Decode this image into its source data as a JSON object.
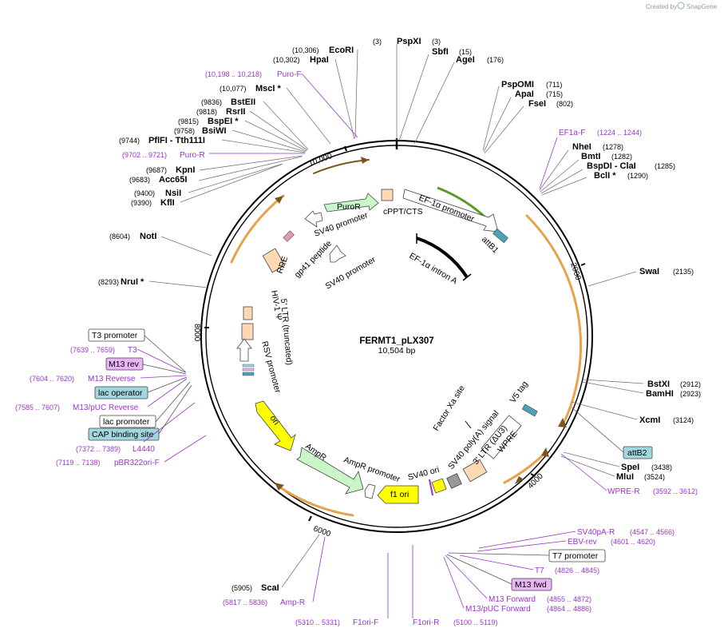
{
  "app": {
    "created_by": "Created by",
    "brand": "SnapGene"
  },
  "plasmid": {
    "name": "FERMT1_pLX307",
    "length": "10,504 bp"
  },
  "ticks": [
    "2000",
    "4000",
    "6000",
    "8000",
    "10,000"
  ],
  "sites": [
    {
      "id": "pspxi",
      "name": "PspXI",
      "pos": "(3)"
    },
    {
      "id": "sbfi",
      "name": "SbfI",
      "pos": "(15)"
    },
    {
      "id": "agei",
      "name": "AgeI",
      "pos": "(176)"
    },
    {
      "id": "pspomi",
      "name": "PspOMI",
      "pos": "(711)"
    },
    {
      "id": "apai",
      "name": "ApaI",
      "pos": "(715)"
    },
    {
      "id": "fsei",
      "name": "FseI",
      "pos": "(802)"
    },
    {
      "id": "nhei",
      "name": "NheI",
      "pos": "(1278)"
    },
    {
      "id": "bmti",
      "name": "BmtI",
      "pos": "(1282)"
    },
    {
      "id": "bspdi",
      "name": "BspDI - ClaI",
      "pos": "(1285)"
    },
    {
      "id": "bcli",
      "name": "BclI *",
      "pos": "(1290)"
    },
    {
      "id": "swai",
      "name": "SwaI",
      "pos": "(2135)"
    },
    {
      "id": "bstxi",
      "name": "BstXI",
      "pos": "(2912)"
    },
    {
      "id": "bamhi",
      "name": "BamHI",
      "pos": "(2923)"
    },
    {
      "id": "xcmi",
      "name": "XcmI",
      "pos": "(3124)"
    },
    {
      "id": "spei",
      "name": "SpeI",
      "pos": "(3438)"
    },
    {
      "id": "mlui",
      "name": "MluI",
      "pos": "(3524)"
    },
    {
      "id": "scai",
      "name": "ScaI",
      "pos": "(5905)"
    },
    {
      "id": "nrui",
      "name": "NruI *",
      "pos": "(8293)"
    },
    {
      "id": "noti",
      "name": "NotI",
      "pos": "(8604)"
    },
    {
      "id": "kfli",
      "name": "KflI",
      "pos": "(9390)"
    },
    {
      "id": "nsii",
      "name": "NsiI",
      "pos": "(9400)"
    },
    {
      "id": "acc65i",
      "name": "Acc65I",
      "pos": "(9683)"
    },
    {
      "id": "kpni",
      "name": "KpnI",
      "pos": "(9687)"
    },
    {
      "id": "pflfi",
      "name": "PflFI - Tth111I",
      "pos": "(9744)"
    },
    {
      "id": "bstwi",
      "name": "BsiWI",
      "pos": "(9758)"
    },
    {
      "id": "bspei",
      "name": "BspEI *",
      "pos": "(9815)"
    },
    {
      "id": "rsrii",
      "name": "RsrII",
      "pos": "(9818)"
    },
    {
      "id": "bsteii",
      "name": "BstEII",
      "pos": "(9836)"
    },
    {
      "id": "msci",
      "name": "MscI *",
      "pos": "(10,077)"
    },
    {
      "id": "hpai",
      "name": "HpaI",
      "pos": "(10,302)"
    },
    {
      "id": "ecori",
      "name": "EcoRI",
      "pos": "(10,306)"
    }
  ],
  "primers": [
    {
      "id": "puro-f",
      "name": "Puro-F",
      "pos": "(10,198 .. 10,218)"
    },
    {
      "id": "puro-r",
      "name": "Puro-R",
      "pos": "(9702 .. 9721)"
    },
    {
      "id": "ef1a-f",
      "name": "EF1a-F",
      "pos": "(1224 .. 1244)"
    },
    {
      "id": "t3",
      "name": "T3",
      "pos": "(7639 .. 7659)"
    },
    {
      "id": "m13-reverse",
      "name": "M13 Reverse",
      "pos": "(7604 .. 7620)"
    },
    {
      "id": "m13-puc-reverse",
      "name": "M13/pUC Reverse",
      "pos": "(7585 .. 7607)"
    },
    {
      "id": "l4440",
      "name": "L4440",
      "pos": "(7372 .. 7389)"
    },
    {
      "id": "pbr322ori-f",
      "name": "pBR322ori-F",
      "pos": "(7119 .. 7138)"
    },
    {
      "id": "wpre-r",
      "name": "WPRE-R",
      "pos": "(3592 .. 3612)"
    },
    {
      "id": "sv40pa-r",
      "name": "SV40pA-R",
      "pos": "(4547 .. 4566)"
    },
    {
      "id": "ebv-rev",
      "name": "EBV-rev",
      "pos": "(4601 .. 4620)"
    },
    {
      "id": "t7",
      "name": "T7",
      "pos": "(4826 .. 4845)"
    },
    {
      "id": "m13-forward",
      "name": "M13 Forward",
      "pos": "(4855 .. 4872)"
    },
    {
      "id": "m13-puc-forward",
      "name": "M13/pUC Forward",
      "pos": "(4864 .. 4886)"
    },
    {
      "id": "amp-r",
      "name": "Amp-R",
      "pos": "(5817 .. 5836)"
    },
    {
      "id": "f1ori-f",
      "name": "F1ori-F",
      "pos": "(5310 .. 5331)"
    },
    {
      "id": "f1ori-r",
      "name": "F1ori-R",
      "pos": "(5100 .. 5119)"
    }
  ],
  "boxed_labels": {
    "t3_promoter": "T3 promoter",
    "m13_rev": "M13 rev",
    "lac_operator": "lac operator",
    "lac_promoter": "lac promoter",
    "cap_binding_site": "CAP binding site",
    "attb2": "attB2",
    "t7_promoter": "T7 promoter",
    "m13_fwd": "M13 fwd"
  },
  "features": {
    "puror": "PuroR",
    "cppt": "cPPT/CTS",
    "ef1a_promoter": "EF-1α promoter",
    "sv40_promoter_top": "SV40 promoter",
    "attb1": "attB1",
    "ef1a_intron": "EF-1α intron A",
    "rre": "RRE",
    "gp41": "gp41 peptide",
    "sv40_promoter_mid": "SV40 promoter",
    "hiv_psi": "HIV-1 Ψ",
    "ltr5": "5' LTR (truncated)",
    "rsv_promoter": "RSV promoter",
    "ori": "ori",
    "ampr": "AmpR",
    "ampr_promoter": "AmpR promoter",
    "f1_ori": "f1 ori",
    "sv40_ori": "SV40 ori",
    "sv40_polya": "SV40 poly(A) signal",
    "ltr3": "3' LTR (ΔU3)",
    "wpre": "WPRE",
    "factor_xa": "Factor Xa site",
    "v5_tag": "V5 tag"
  },
  "colors": {
    "primer": "#9933cc",
    "orf_arrow": "#f5b55c",
    "puror_fill": "#c9f5c9",
    "ori_fill": "#ffff00",
    "ltr_fill": "#ffd9b3",
    "boxed_blue": "#a3d7e0",
    "boxed_purple": "#e8b5f5"
  }
}
